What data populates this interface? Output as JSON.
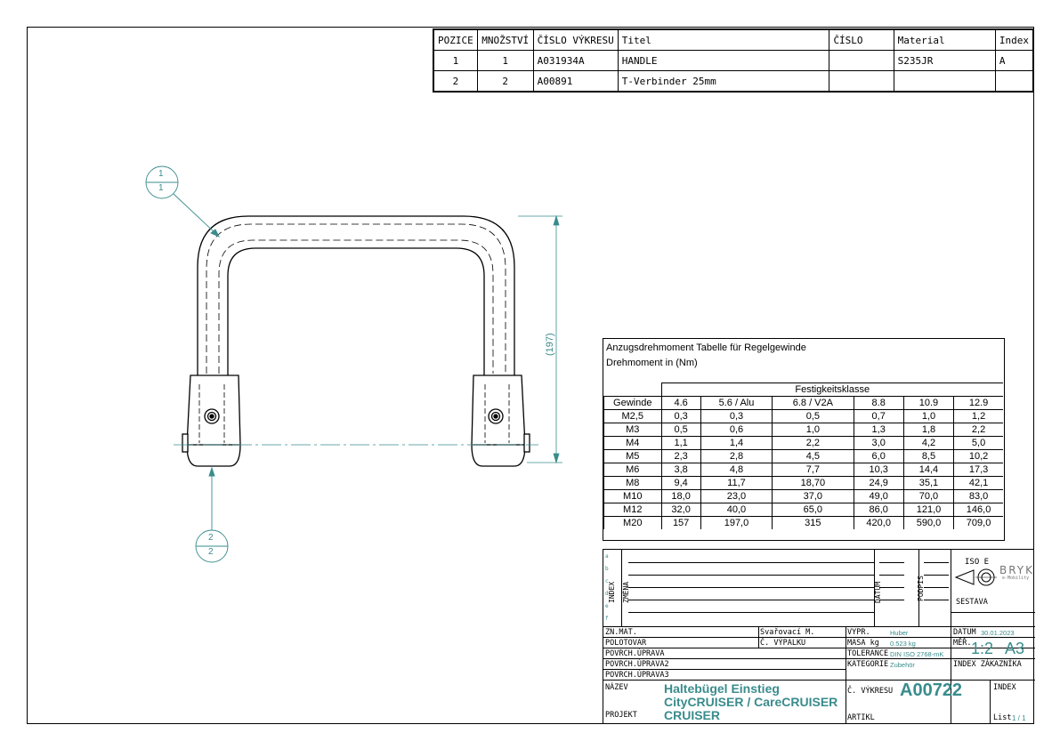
{
  "bom": {
    "headers": [
      "POZICE",
      "MNOŽSTVÍ",
      "ČÍSLO VÝKRESU",
      "Titel",
      "ČÍSLO",
      "Material",
      "Index"
    ],
    "rows": [
      [
        "1",
        "1",
        "A031934A",
        "HANDLE",
        "",
        "S235JR",
        "A"
      ],
      [
        "2",
        "2",
        "A00891",
        "T-Verbinder 25mm",
        "",
        "",
        ""
      ]
    ]
  },
  "drawing": {
    "balloon1": "1",
    "balloon1_sub": "1",
    "balloon2": "2",
    "balloon2_sub": "2",
    "dimension": "(197)"
  },
  "torque": {
    "title": "Anzugsdrehmoment Tabelle für Regelgewinde",
    "subtitle": "Drehmoment in (Nm)",
    "group_header": "Festigkeitsklasse",
    "columns": [
      "Gewinde",
      "4.6",
      "5.6 / Alu",
      "6.8 / V2A",
      "8.8",
      "10.9",
      "12.9"
    ],
    "rows": [
      [
        "M2,5",
        "0,3",
        "0,3",
        "0,5",
        "0,7",
        "1,0",
        "1,2"
      ],
      [
        "M3",
        "0,5",
        "0,6",
        "1,0",
        "1,3",
        "1,8",
        "2,2"
      ],
      [
        "M4",
        "1,1",
        "1,4",
        "2,2",
        "3,0",
        "4,2",
        "5,0"
      ],
      [
        "M5",
        "2,3",
        "2,8",
        "4,5",
        "6,0",
        "8,5",
        "10,2"
      ],
      [
        "M6",
        "3,8",
        "4,8",
        "7,7",
        "10,3",
        "14,4",
        "17,3"
      ],
      [
        "M8",
        "9,4",
        "11,7",
        "18,70",
        "24,9",
        "35,1",
        "42,1"
      ],
      [
        "M10",
        "18,0",
        "23,0",
        "37,0",
        "49,0",
        "70,0",
        "83,0"
      ],
      [
        "M12",
        "32,0",
        "40,0",
        "65,0",
        "86,0",
        "121,0",
        "146,0"
      ],
      [
        "M20",
        "157",
        "197,0",
        "315",
        "420,0",
        "590,0",
        "709,0"
      ]
    ]
  },
  "title_block": {
    "index_label": "INDEX",
    "zmena_label": "ZMĚNA",
    "datum_label": "DATUM",
    "podpis_label": "PODPIS",
    "rev_letters": [
      "a",
      "b",
      "c",
      "d",
      "e",
      "f"
    ],
    "iso": "ISO E",
    "logo": "BRYK",
    "logo_sub": "e-Mobility",
    "sestava": "SESTAVA",
    "znmat": "ZN.MAT.",
    "svarovaci": "Svařovací M.",
    "vypr_label": "VYPR.",
    "vypr_value": "Huber",
    "datum_value_label": "DATUM",
    "datum_value": "30.01.2023",
    "polotovar": "POLOTOVAR",
    "c_vypalku": "Č. VÝPALKU",
    "masa_label": "MASA kg",
    "masa_value": "0.523 kg",
    "mer_label": "MĚŘ.",
    "scale": "1:2",
    "format": "A3",
    "povrch1": "POVRCH.ÚPRAVA",
    "tolerance_label": "TOLERANCE",
    "tolerance_value": "DIN ISO 2768-mK",
    "povrch2": "POVRCH.ÚPRAVA2",
    "kategorie_label": "KATEGORIE",
    "kategorie_value": "Zubehör",
    "index_zakaznika": "INDEX ZÁKAZNÍKA",
    "povrch3": "POVRCH.ÚPRAVA3",
    "nazev_label": "NÁZEV",
    "name_line1": "Haltebügel Einstieg",
    "name_line2": "CityCRUISER / CareCRUISER",
    "projekt_label": "PROJEKT",
    "projekt_value": "CRUISER",
    "cvykresu_label": "Č. VÝKRESU",
    "drawing_no": "A00722",
    "index2_label": "INDEX",
    "artikl_label": "ARTIKL",
    "list_label": "List",
    "list_value": "1 / 1"
  }
}
